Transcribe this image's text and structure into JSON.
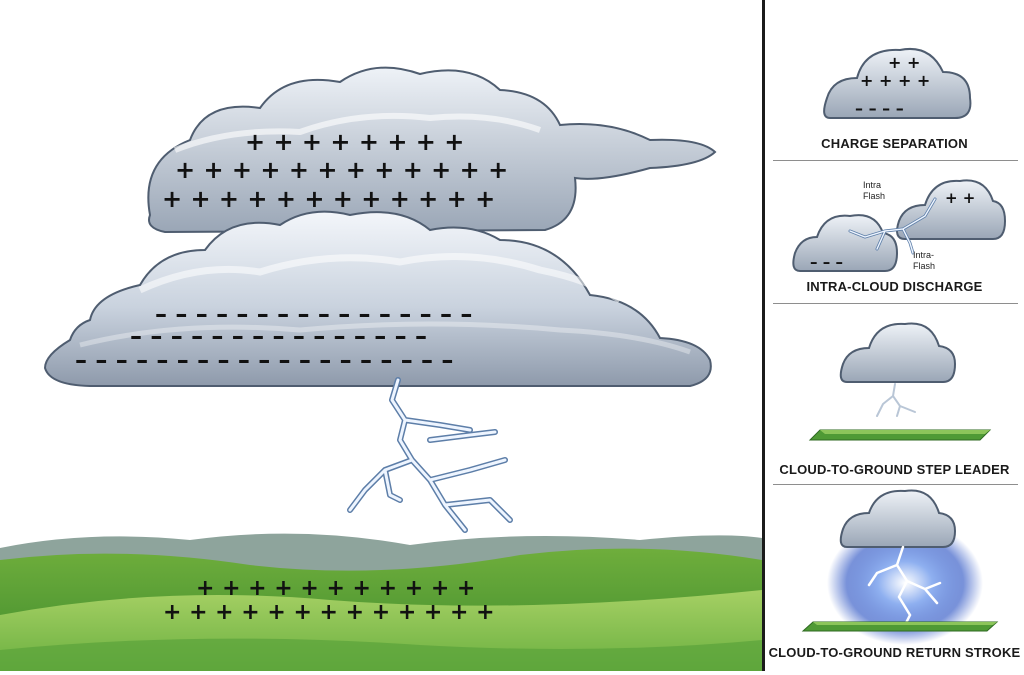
{
  "main": {
    "cloud_positive_rows": [
      "+ + + + + + + +",
      "+ + + + + + + + + + + +",
      "+ + + + + + + + + + + +"
    ],
    "cloud_negative_rows": [
      "– – – – – – – – – – – – – – – –",
      "– – – – – – – – – – – – – – –",
      "– – – – – – – – – – – – – – – – – – –"
    ],
    "ground_positive_rows": [
      "+ + + + + + + + + + +",
      "+ + + + + + + + + + + + +"
    ]
  },
  "panels": [
    {
      "label": "CHARGE SEPARATION",
      "positive_rows": [
        "+ +",
        "+ + + +"
      ],
      "negative_row": "– – – –"
    },
    {
      "label": "INTRA-CLOUD DISCHARGE",
      "annotation_1": [
        "Intra",
        "Flash"
      ],
      "annotation_2": [
        "Intra-",
        "Flash"
      ],
      "positive_row": "+ +",
      "negative_row": "– – –"
    },
    {
      "label": "CLOUD-TO-GROUND STEP LEADER"
    },
    {
      "label": "CLOUD-TO-GROUND RETURN STROKE"
    }
  ],
  "colors": {
    "cloud_light": "#eef2f7",
    "cloud_dark": "#8b97a8",
    "cloud_outline": "#4f5d70",
    "grass_light": "#9ccc5a",
    "grass_dark": "#3f8a2e",
    "hills_far": "#8aa09a",
    "lightning": "#d9e6f4",
    "glow": "#5b7fd9"
  }
}
